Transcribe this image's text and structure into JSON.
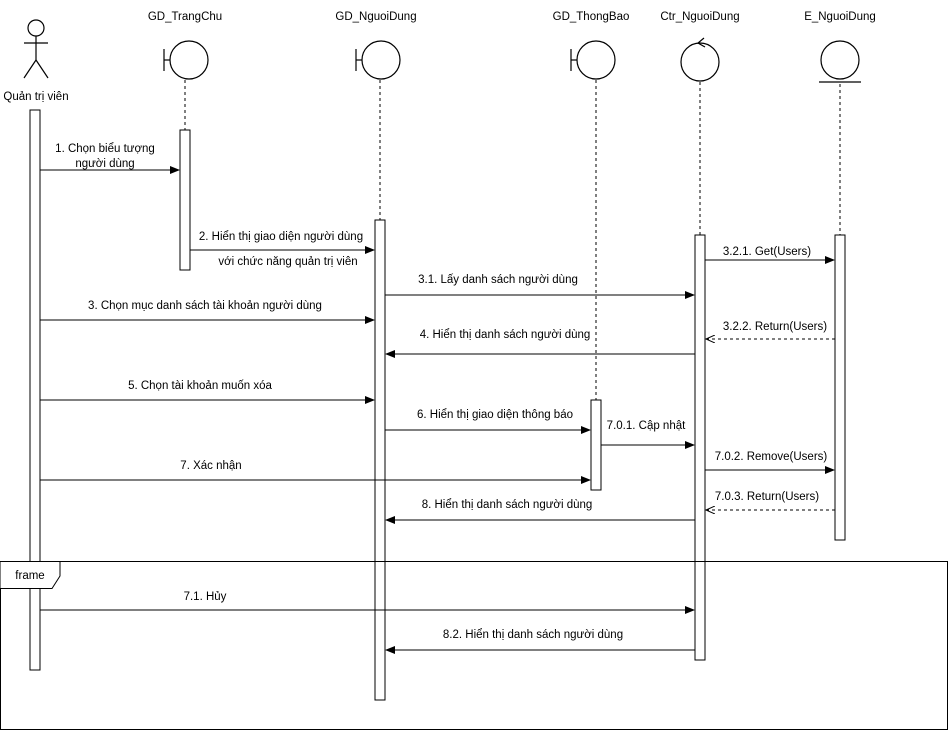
{
  "actor": {
    "label": "Quản trị viên"
  },
  "participants": {
    "gd_trangchu": "GD_TrangChu",
    "gd_nguoidung": "GD_NguoiDung",
    "gd_thongbao": "GD_ThongBao",
    "ctr_nguoidung": "Ctr_NguoiDung",
    "e_nguoidung": "E_NguoiDung"
  },
  "messages": {
    "m1_line1": "1. Chọn biểu tượng",
    "m1_line2": "người dùng",
    "m2_line1": "2. Hiển thị giao diện người dùng",
    "m2_line2": "với chức năng quản trị viên",
    "m31": "3.1. Lấy danh sách người dùng",
    "m321": "3.2.1. Get(Users)",
    "m3": "3. Chọn mục danh sách tài khoản người dùng",
    "m322": "3.2.2. Return(Users)",
    "m4": "4. Hiển thị danh sách người dùng",
    "m5": "5. Chọn tài khoản muốn xóa",
    "m6": "6. Hiển thị giao diện thông báo",
    "m701": "7.0.1. Cập nhật",
    "m702": "7.0.2. Remove(Users)",
    "m7": "7. Xác nhận",
    "m703": "7.0.3. Return(Users)",
    "m8": "8. Hiển thị danh sách người dùng",
    "m71": "7.1. Hủy",
    "m82": "8.2. Hiển thị danh sách người dùng"
  },
  "frame": {
    "label": "frame"
  }
}
